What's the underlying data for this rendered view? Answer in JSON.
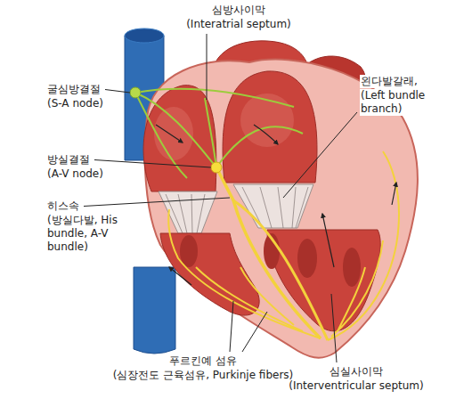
{
  "diagram": {
    "labels": [
      "심방사이막",
      "(Interatrial septum)",
      "굴심방결절",
      "(S-A node)",
      "왼다발갈래,",
      "(Left bundle branch)",
      "방실결절",
      "(A-V node)",
      "히스속",
      "(방실다발, His bundle, A-V bundle)",
      "푸르킨예 섬유",
      "(심장전도 근육섬유, Purkinje fibers)",
      "심실사이막",
      "(Interventricular septum)"
    ]
  }
}
